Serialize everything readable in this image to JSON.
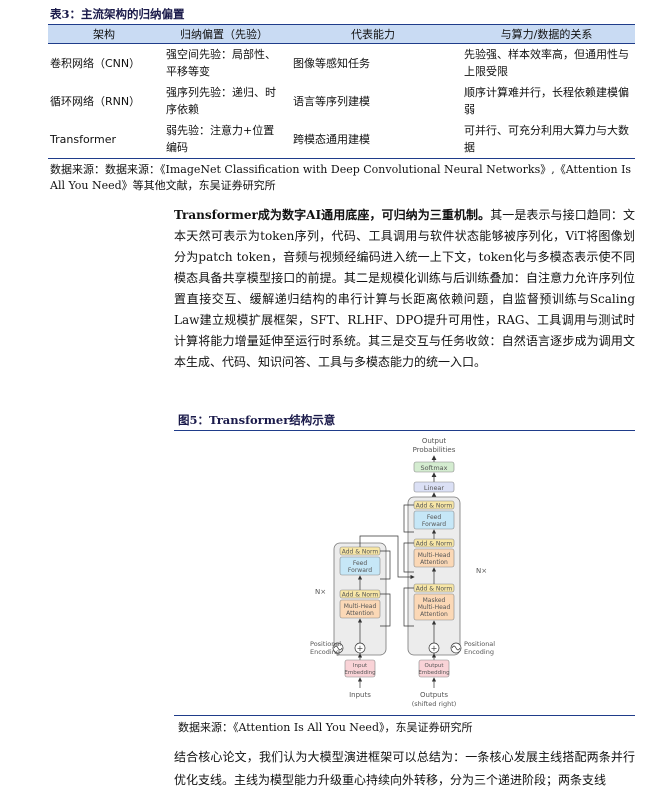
{
  "table": {
    "title": "表3：主流架构的归纳偏置",
    "headers": [
      "架构",
      "归纳偏置（先验）",
      "代表能力",
      "与算力/数据的关系"
    ],
    "rows": [
      [
        "卷积网络（CNN）",
        "强空间先验：局部性、平移等变",
        "图像等感知任务",
        "先验强、样本效率高，但通用性与上限受限"
      ],
      [
        "循环网络（RNN）",
        "强序列先验：递归、时序依赖",
        "语言等序列建模",
        "顺序计算难并行，长程依赖建模偏弱"
      ],
      [
        "Transformer",
        "弱先验：注意力+位置编码",
        "跨模态通用建模",
        "可并行、可充分利用大算力与大数据"
      ]
    ],
    "source": "数据来源：数据来源：《ImageNet Classification with Deep Convolutional Neural Networks》,《Attention Is All You Need》等其他文献，东吴证券研究所"
  },
  "paragraph1": {
    "lead": "Transformer成为数字AI通用底座，可归纳为三重机制。",
    "body": "其一是表示与接口趋同：文本天然可表示为token序列，代码、工具调用与软件状态能够被序列化，ViT将图像划分为patch token，音频与视频经编码进入统一上下文，token化与多模态表示使不同模态具备共享模型接口的前提。其二是规模化训练与后训练叠加：自注意力允许序列位置直接交互、缓解递归结构的串行计算与长距离依赖问题，自监督预训练与Scaling Law建立规模扩展框架，SFT、RLHF、DPO提升可用性，RAG、工具调用与测试时计算将能力增量延伸至运行时系统。其三是交互与任务收敛：自然语言逐步成为调用文本生成、代码、知识问答、工具与多模态能力的统一入口。"
  },
  "figure": {
    "title": "图5：Transformer结构示意",
    "source": "数据来源：《Attention Is All You Need》，东吴证券研究所",
    "labels": {
      "output_probabilities": [
        "Output",
        "Probabilities"
      ],
      "softmax": "Softmax",
      "linear": "Linear",
      "add_norm": "Add & Norm",
      "feed_forward": [
        "Feed",
        "Forward"
      ],
      "multi_head": [
        "Multi-Head",
        "Attention"
      ],
      "masked_multi_head": [
        "Masked",
        "Multi-Head",
        "Attention"
      ],
      "nx": "N×",
      "positional_encoding": [
        "Positional",
        "Encoding"
      ],
      "input_embedding": [
        "Input",
        "Embedding"
      ],
      "output_embedding": [
        "Output",
        "Embedding"
      ],
      "inputs": "Inputs",
      "outputs": [
        "Outputs",
        "(shifted right)"
      ]
    }
  },
  "paragraph2": {
    "text": "结合核心论文，我们认为大模型演进框架可以总结为：一条核心发展主线搭配两条并行优化支线。主线为模型能力升级重心持续向外转移，分为三个递进阶段；两条支线"
  },
  "colors": {
    "header_bg": "#c9dbf3",
    "rule": "#1f3c8a",
    "add_norm": "#f7e6a6",
    "feed_forward": "#c6e7f7",
    "attention": "#fbd8b6",
    "embedding": "#f9d3d7",
    "softmax": "#d4ecd0",
    "linear": "#dbe0f5"
  }
}
